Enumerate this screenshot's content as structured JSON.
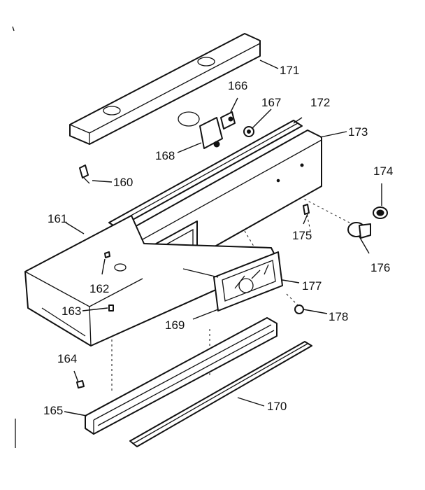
{
  "callouts": {
    "p160": "160",
    "p161": "161",
    "p162": "162",
    "p163": "163",
    "p164": "164",
    "p165": "165",
    "p166": "166",
    "p167": "167",
    "p168": "168",
    "p169": "169",
    "p170": "170",
    "p171": "171",
    "p172": "172",
    "p173": "173",
    "p174": "174",
    "p175": "175",
    "p176": "176",
    "p177": "177",
    "p178": "178"
  },
  "colors": {
    "line": "#111111",
    "background": "#ffffff"
  }
}
